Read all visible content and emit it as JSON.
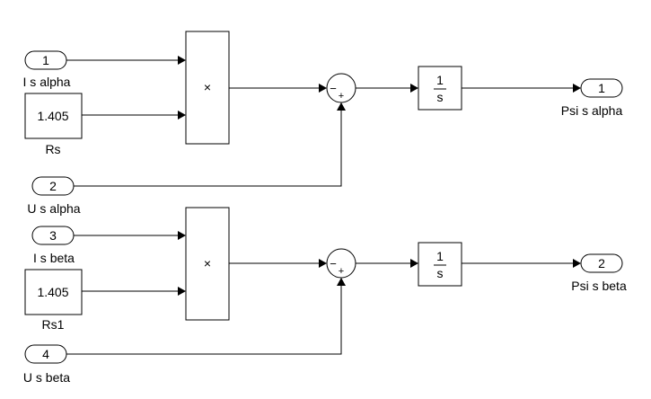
{
  "inports": [
    {
      "number": "1",
      "label": "I s alpha"
    },
    {
      "number": "2",
      "label": "U s alpha"
    },
    {
      "number": "3",
      "label": "I s beta"
    },
    {
      "number": "4",
      "label": "U s beta"
    }
  ],
  "constants": [
    {
      "value": "1.405",
      "label": "Rs"
    },
    {
      "value": "1.405",
      "label": "Rs1"
    }
  ],
  "products": [
    {
      "symbol": "×"
    },
    {
      "symbol": "×"
    }
  ],
  "sums": [
    {
      "minus": "−",
      "plus": "+"
    },
    {
      "minus": "−",
      "plus": "+"
    }
  ],
  "integrators": [
    {
      "numerator": "1",
      "denominator": "s"
    },
    {
      "numerator": "1",
      "denominator": "s"
    }
  ],
  "outports": [
    {
      "number": "1",
      "label": "Psi s alpha"
    },
    {
      "number": "2",
      "label": "Psi s beta"
    }
  ]
}
